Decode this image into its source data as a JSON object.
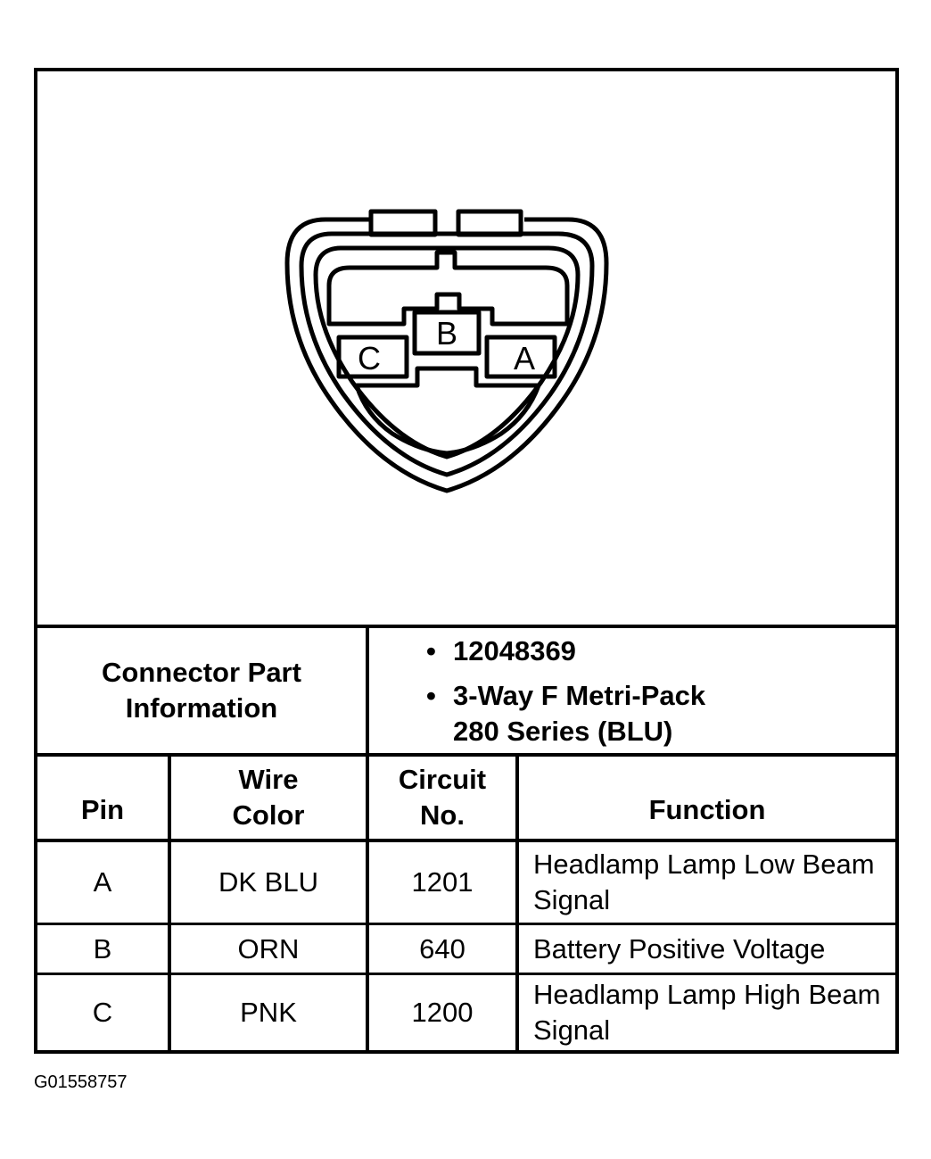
{
  "connector": {
    "pins": [
      {
        "letter": "C"
      },
      {
        "letter": "B"
      },
      {
        "letter": "A"
      }
    ]
  },
  "part_info": {
    "label": "Connector Part Information",
    "items": [
      "12048369",
      "3-Way F Metri-Pack 280 Series (BLU)"
    ]
  },
  "table": {
    "headers": {
      "pin": "Pin",
      "wire_color": "Wire Color",
      "circuit": "Circuit No.",
      "function": "Function"
    },
    "rows": [
      {
        "pin": "A",
        "wire_color": "DK BLU",
        "circuit": "1201",
        "function": "Headlamp Lamp Low Beam Signal"
      },
      {
        "pin": "B",
        "wire_color": "ORN",
        "circuit": "640",
        "function": "Battery Positive Voltage"
      },
      {
        "pin": "C",
        "wire_color": "PNK",
        "circuit": "1200",
        "function": "Headlamp Lamp High Beam Signal"
      }
    ]
  },
  "figure_id": "G01558757"
}
